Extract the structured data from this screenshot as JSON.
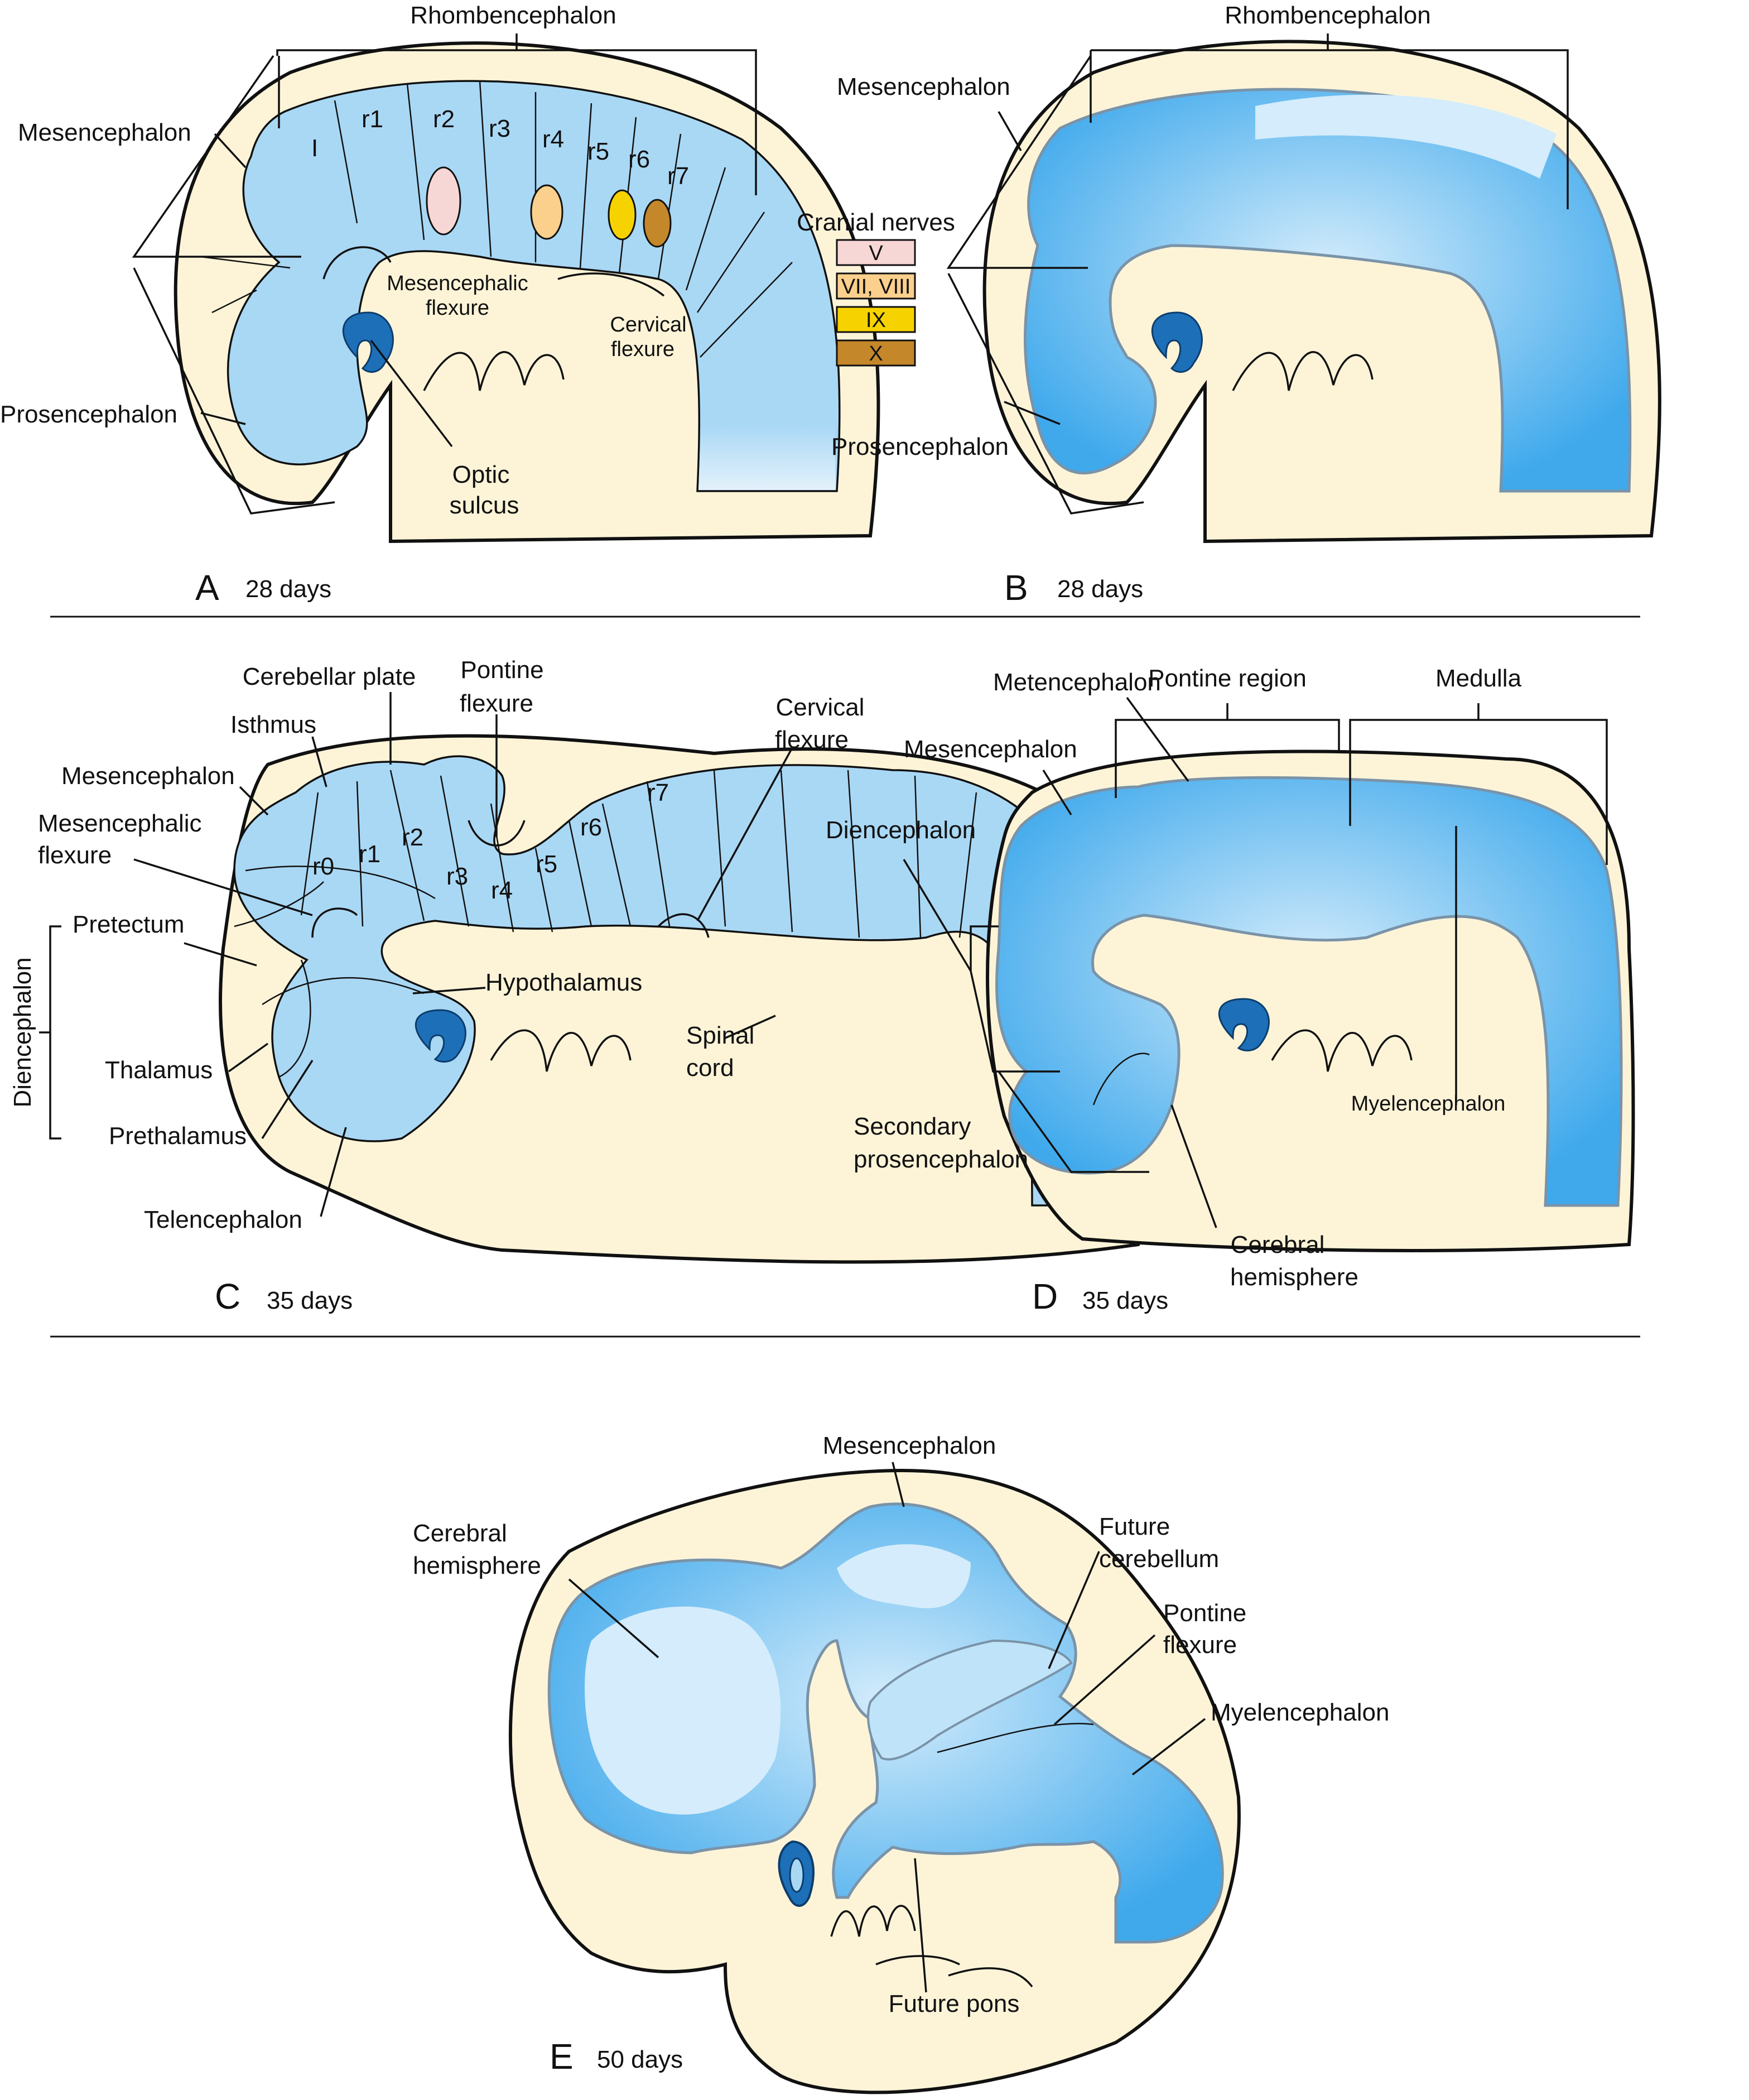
{
  "panels": {
    "A": {
      "letter": "A",
      "age": "28 days",
      "labels": {
        "rhombencephalon": "Rhombencephalon",
        "mesencephalon": "Mesencephalon",
        "prosencephalon": "Prosencephalon",
        "mesencephalic_flexure": [
          "Mesencephalic",
          "flexure"
        ],
        "cervical_flexure": [
          "Cervical",
          "flexure"
        ],
        "optic_sulcus": [
          "Optic",
          "sulcus"
        ]
      },
      "segments": [
        "I",
        "r1",
        "r2",
        "r3",
        "r4",
        "r5",
        "r6",
        "r7"
      ],
      "legend": {
        "title": "Cranial nerves",
        "items": [
          {
            "label": "V",
            "color": "#f7d7d5"
          },
          {
            "label": "VII, VIII",
            "color": "#fbcf8c"
          },
          {
            "label": "IX",
            "color": "#f6d300"
          },
          {
            "label": "X",
            "color": "#c4872a"
          }
        ]
      }
    },
    "B": {
      "letter": "B",
      "age": "28 days",
      "labels": {
        "rhombencephalon": "Rhombencephalon",
        "mesencephalon": "Mesencephalon",
        "prosencephalon": "Prosencephalon"
      }
    },
    "C": {
      "letter": "C",
      "age": "35 days",
      "labels": {
        "cerebellar_plate": "Cerebellar plate",
        "isthmus": "Isthmus",
        "pontine_flexure": [
          "Pontine",
          "flexure"
        ],
        "cervical_flexure": [
          "Cervical",
          "flexure"
        ],
        "mesencephalon": "Mesencephalon",
        "mesencephalic_flexure": [
          "Mesencephalic",
          "flexure"
        ],
        "pretectum": "Pretectum",
        "diencephalon": "Diencephalon",
        "hypothalamus": "Hypothalamus",
        "thalamus": "Thalamus",
        "prethalamus": "Prethalamus",
        "telencephalon": "Telencephalon",
        "spinal_cord": [
          "Spinal",
          "cord"
        ]
      },
      "segments": [
        "r0",
        "r1",
        "r2",
        "r3",
        "r4",
        "r5",
        "r6",
        "r7"
      ]
    },
    "D": {
      "letter": "D",
      "age": "35 days",
      "labels": {
        "metencephalon": "Metencephalon",
        "pontine_region": "Pontine region",
        "medulla": "Medulla",
        "mesencephalon": "Mesencephalon",
        "diencephalon": "Diencephalon",
        "myelencephalon": "Myelencephalon",
        "secondary_prosencephalon": [
          "Secondary",
          "prosencephalon"
        ],
        "cerebral_hemisphere": [
          "Cerebral",
          "hemisphere"
        ]
      }
    },
    "E": {
      "letter": "E",
      "age": "50 days",
      "labels": {
        "mesencephalon": "Mesencephalon",
        "cerebral_hemisphere": [
          "Cerebral",
          "hemisphere"
        ],
        "future_cerebellum": [
          "Future",
          "cerebellum"
        ],
        "pontine_flexure": [
          "Pontine",
          "flexure"
        ],
        "myelencephalon": "Myelencephalon",
        "future_pons": "Future pons"
      }
    }
  }
}
